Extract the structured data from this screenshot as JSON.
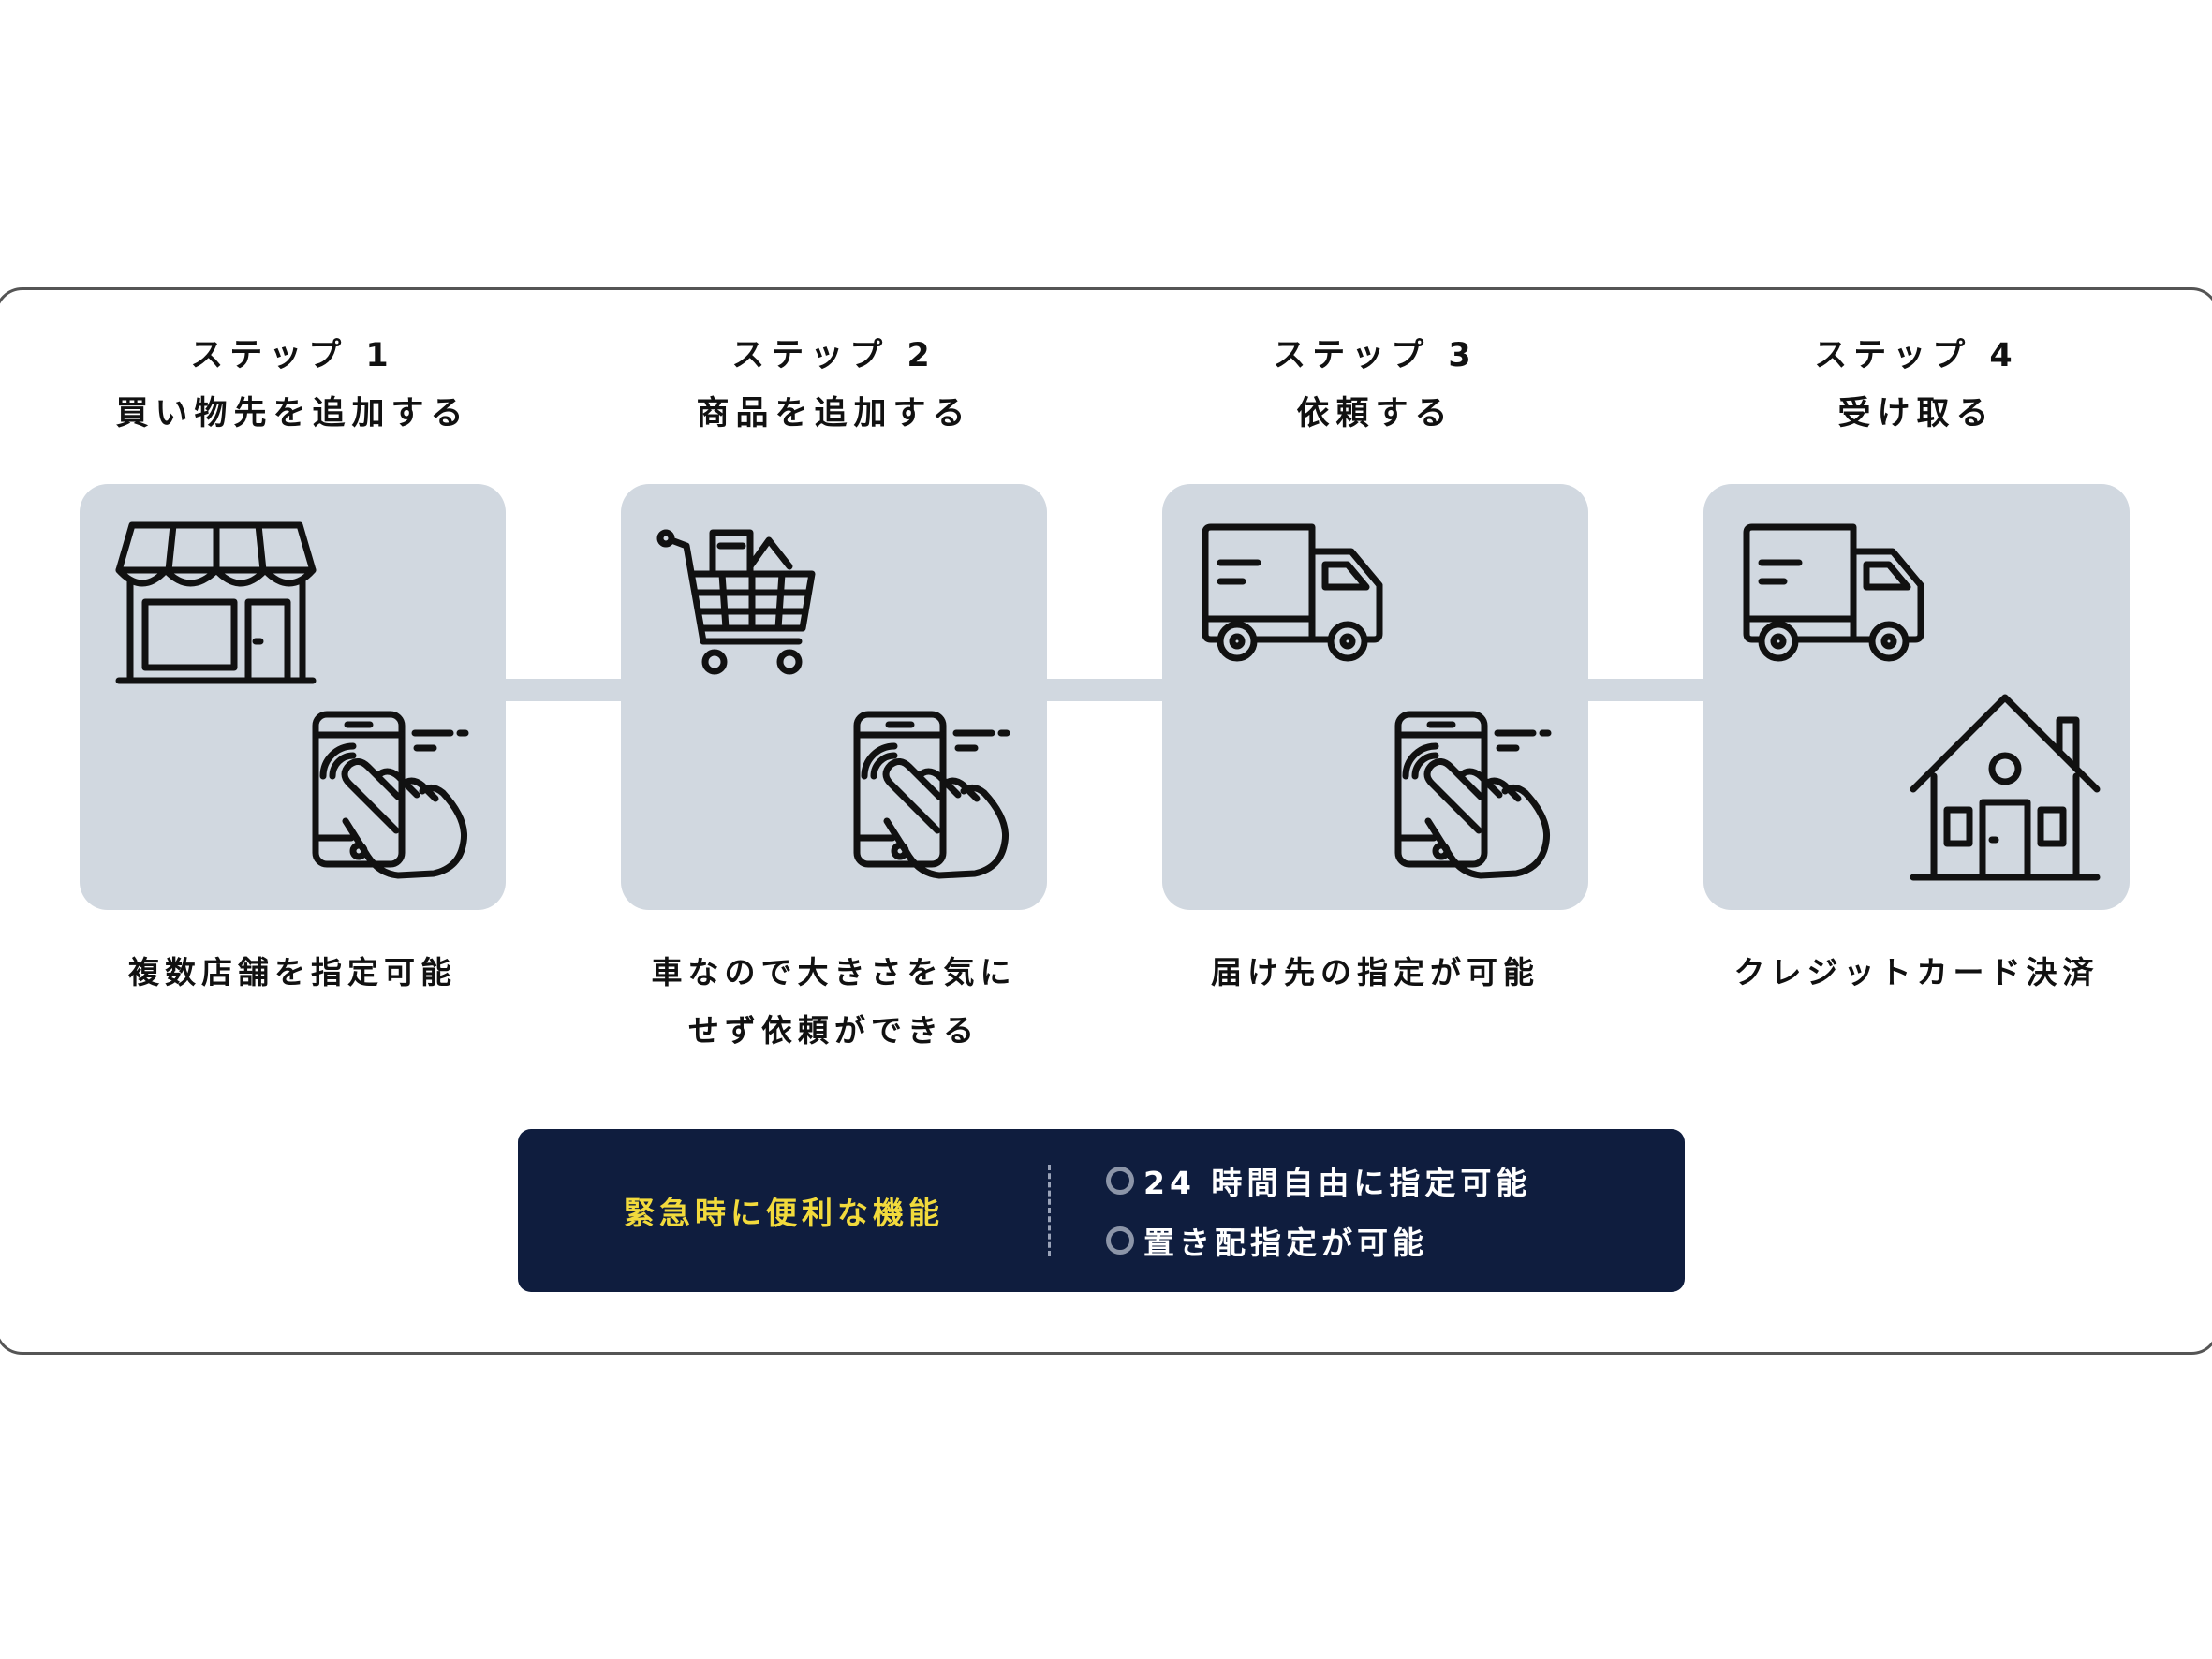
{
  "steps": [
    {
      "step_label": "ステップ 1",
      "title": "買い物先を追加する",
      "caption_lines": [
        "複数店舗を指定可能"
      ],
      "icons": [
        "store-icon",
        "smartphone-tap-icon"
      ]
    },
    {
      "step_label": "ステップ 2",
      "title": "商品を追加する",
      "caption_lines": [
        "車なので大きさを気に",
        "せず依頼ができる"
      ],
      "icons": [
        "shopping-cart-icon",
        "smartphone-tap-icon"
      ]
    },
    {
      "step_label": "ステップ 3",
      "title": "依頼する",
      "caption_lines": [
        "届け先の指定が可能"
      ],
      "icons": [
        "delivery-truck-icon",
        "smartphone-tap-icon"
      ]
    },
    {
      "step_label": "ステップ 4",
      "title": "受け取る",
      "caption_lines": [
        "クレジットカード決済"
      ],
      "icons": [
        "delivery-truck-icon",
        "house-icon"
      ]
    }
  ],
  "banner": {
    "label": "緊急時に便利な機能",
    "features": [
      "24 時間自由に指定可能",
      "置き配指定が可能"
    ]
  },
  "colors": {
    "panel": "#d1d8e0",
    "banner_bg": "#0f1d3e",
    "banner_label": "#f2da3c",
    "text": "#111111"
  }
}
